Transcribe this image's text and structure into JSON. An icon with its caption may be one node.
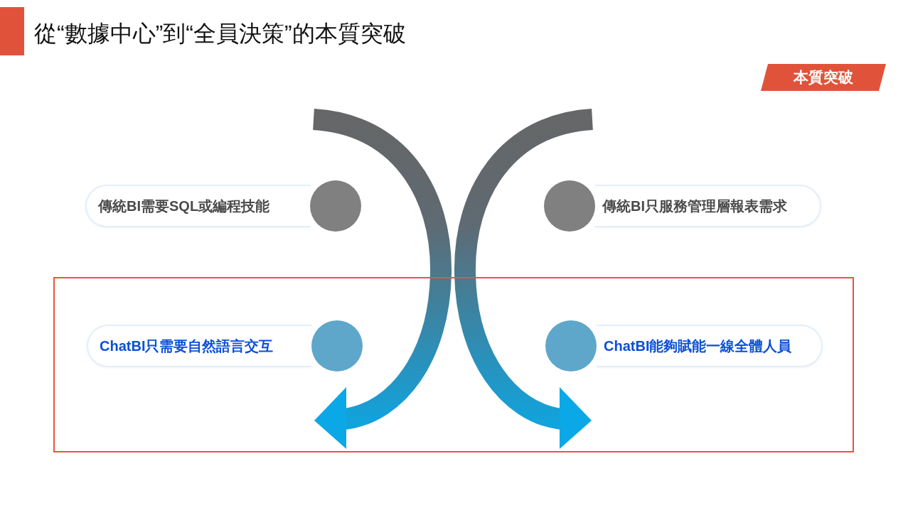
{
  "diagram": {
    "title": "從“數據中心”到“全員決策”的本質突破",
    "nodes": [
      {
        "text": [
          "傳統BI需要SQL或編程技能"
        ]
      },
      {
        "text": [
          "傳統BI只服務管理層報表需求"
        ]
      },
      {
        "text": [],
        "shape": "box"
      },
      {
        "text": [
          "ChatBI只需要自然語言交互"
        ],
        "in": 2
      },
      {
        "text": [
          "ChatBI能夠賦能一線全體人員"
        ],
        "in": 2
      }
    ],
    "labels": [
      "本質突破"
    ]
  }
}
